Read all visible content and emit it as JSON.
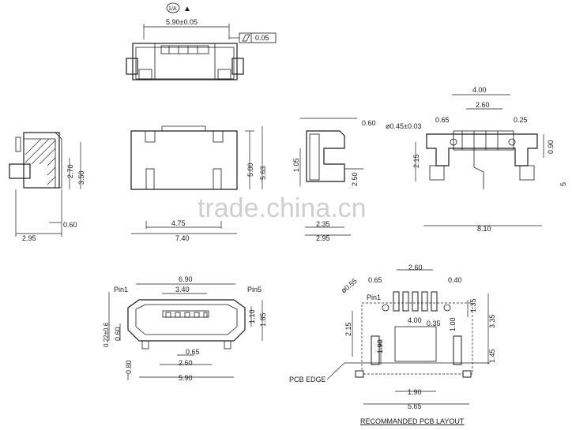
{
  "header": {
    "datum_label": "1/A",
    "datum_marker": "▲"
  },
  "top_view": {
    "width_dim": "5.90±0.05",
    "flatness_tol": "0.05"
  },
  "side_left": {
    "dims": [
      "2.70",
      "3.50",
      "0.60",
      "2.95"
    ]
  },
  "front_view": {
    "dims": [
      "5.00",
      "5.63",
      "4.75",
      "7.40"
    ]
  },
  "side_right": {
    "dims": [
      "0.60",
      "1.05",
      "2.50",
      "2.35",
      "2.95"
    ]
  },
  "right_top": {
    "dims": [
      "4.00",
      "2.60",
      "0.65",
      "0.25",
      "ø0.45±0.03",
      "0.90",
      "2.15",
      "5",
      "8.10"
    ]
  },
  "bottom_left": {
    "dims": [
      "6.90",
      "3.40",
      "Pin1",
      "Pin5",
      "1.10",
      "1.85",
      "0.22±0.6",
      "0.60",
      "0.65",
      "2.60",
      "0.80",
      "5.90"
    ]
  },
  "pcb_layout": {
    "dims": [
      "2.60",
      "0.65",
      "0.40",
      "ø0.55",
      "Pin1",
      "4.00",
      "0.35",
      "1.35",
      "3.35",
      "2.15",
      "1.90",
      "1.00",
      "1.45",
      "1.90",
      "5.65"
    ],
    "edge_label": "PCB EDGE",
    "caption": "RECOMMANDED PCB LAYOUT"
  },
  "watermark": "trade.china.cn"
}
